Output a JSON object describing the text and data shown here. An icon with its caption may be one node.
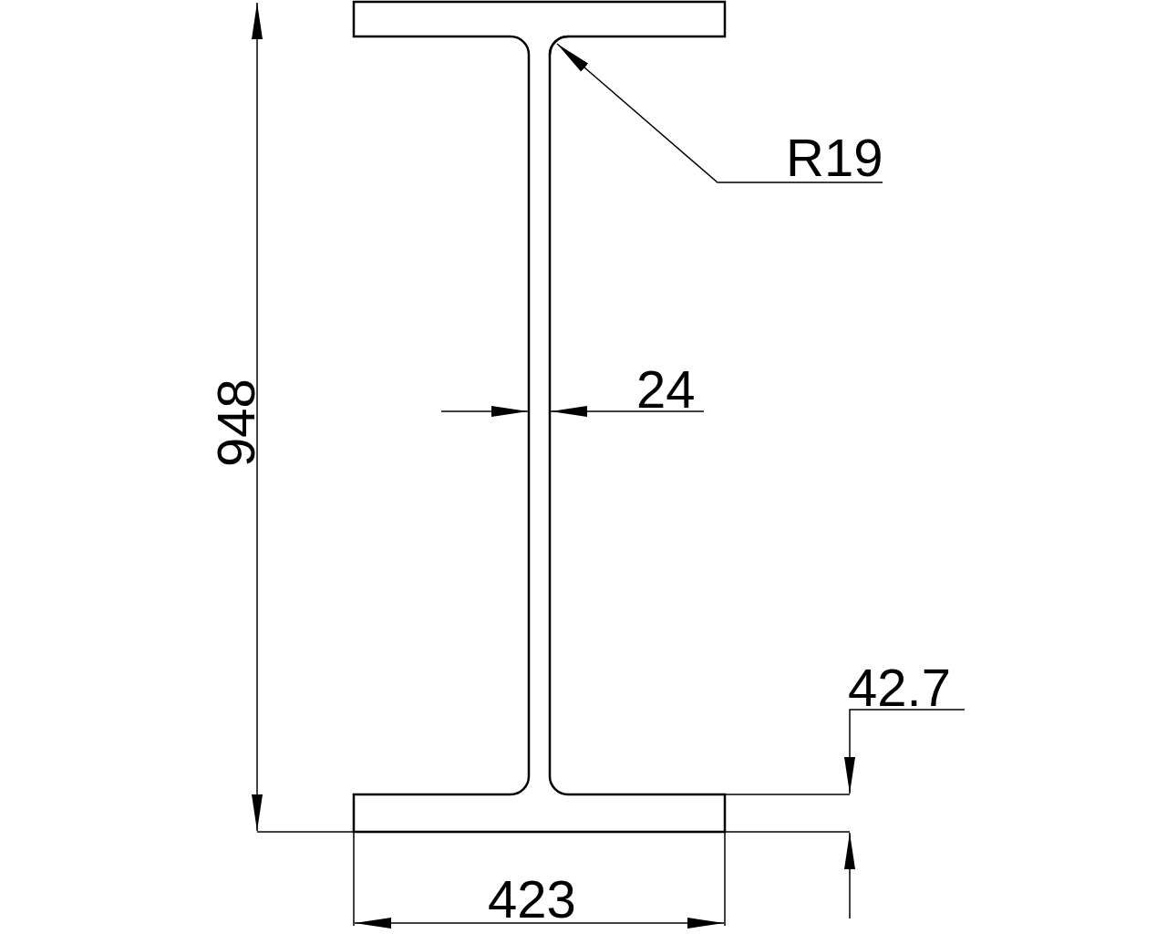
{
  "diagram": {
    "nodes": [
      {
        "text": [
          "R19"
        ]
      },
      {
        "text": [],
        "shape": "arc"
      }
    ],
    "edges": [
      {
        "from": 0,
        "to": 1,
        "arrow": "to"
      }
    ],
    "labels": [
      "948",
      "24",
      "42.7",
      "423"
    ]
  }
}
